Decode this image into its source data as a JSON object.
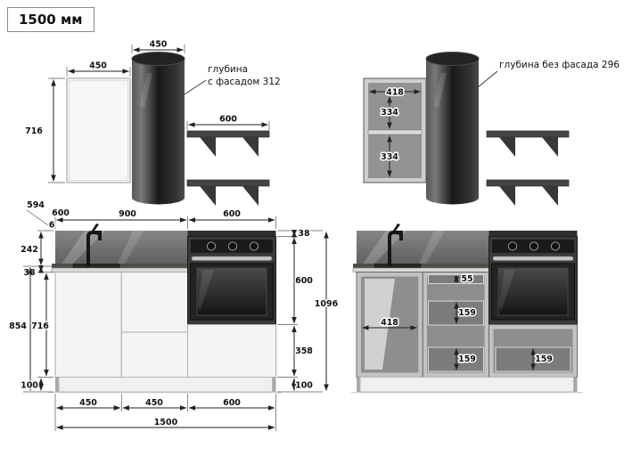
{
  "title": "1500 мм",
  "left": {
    "upper": {
      "cab_w": "450",
      "cab_h": "716",
      "hood_w": "450",
      "note1": "глубина",
      "note2": "с фасадом 312",
      "shelf_w": "600"
    },
    "top": {
      "d594": "594",
      "d600a": "600",
      "d6": "6",
      "d900": "900",
      "d600b": "600"
    },
    "side_l": {
      "d242": "242",
      "d38": "38",
      "d854": "854",
      "d716": "716",
      "d100": "100"
    },
    "side_r": {
      "d38": "38",
      "d600": "600",
      "d358": "358",
      "d100": "100",
      "d1096": "1096"
    },
    "bottom": {
      "d450a": "450",
      "d450b": "450",
      "d600": "600",
      "d1500": "1500"
    }
  },
  "right": {
    "upper": {
      "d418": "418",
      "d334a": "334",
      "d334b": "334",
      "note": "глубина без фасада 296"
    },
    "lower": {
      "d55": "55",
      "d159a": "159",
      "d418": "418",
      "d159b": "159",
      "d159c": "159"
    }
  }
}
